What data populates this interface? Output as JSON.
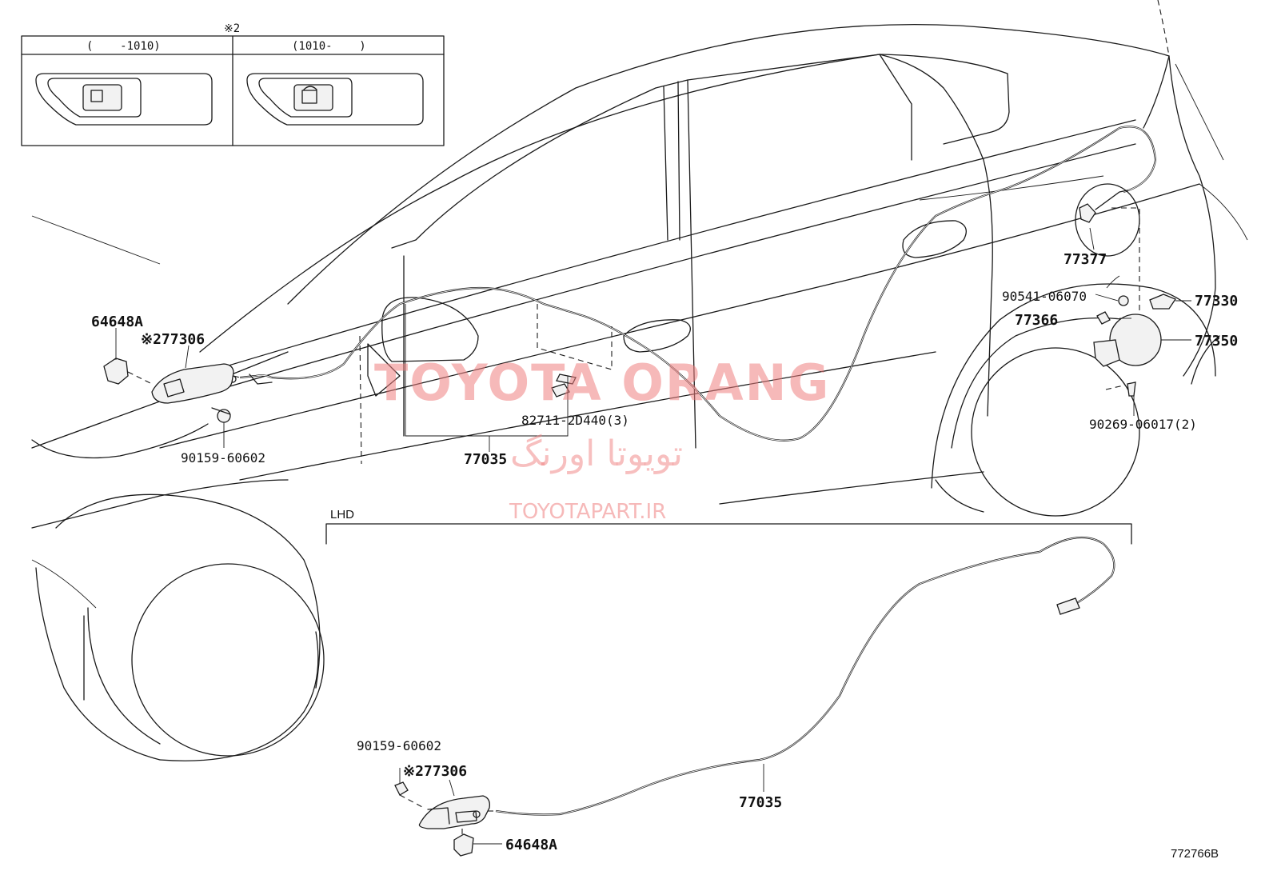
{
  "inset": {
    "header": "※2",
    "left_range": "(    -1010)",
    "right_range": "(1010-    )"
  },
  "labels": {
    "p64648a_top": "64648A",
    "p77306_top": "※277306",
    "p90159_top": "90159-60602",
    "p82711": "82711-2D440(3)",
    "p77035_top": "77035",
    "p77377": "77377",
    "p90541": "90541-06070",
    "p77330": "77330",
    "p77366": "77366",
    "p77350": "77350",
    "p90269": "90269-06017(2)",
    "lhd": "LHD",
    "p90159_bot": "90159-60602",
    "p77306_bot": "※277306",
    "p77035_bot": "77035",
    "p64648a_bot": "64648A"
  },
  "watermark": {
    "main": "TOYOTA ORANG",
    "farsi": "تویوتا اورنگ",
    "url": "TOYOTAPART.IR"
  },
  "diagram_code": "772766B"
}
